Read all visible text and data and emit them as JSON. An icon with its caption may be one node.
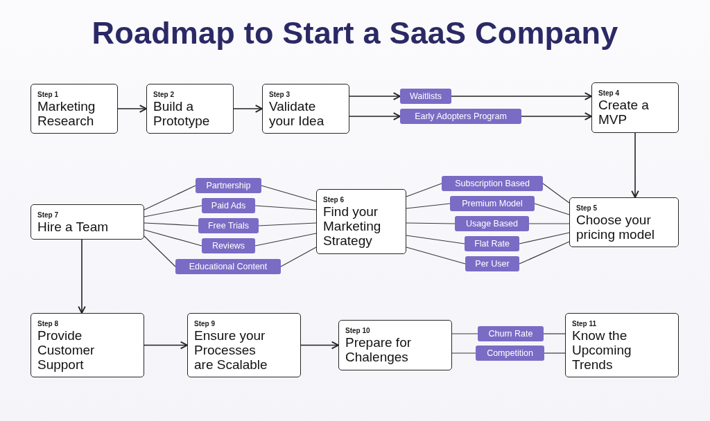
{
  "diagram": {
    "title": "Roadmap to Start a SaaS Company",
    "nodes": [
      {
        "text": [
          "Step 1",
          "Marketing Research"
        ]
      },
      {
        "text": [
          "Step 2",
          "Build a Prototype"
        ]
      },
      {
        "text": [
          "Step 3",
          "Validate your Idea"
        ]
      },
      {
        "text": [
          "Waitlists"
        ]
      },
      {
        "text": [
          "Early Adopters Program"
        ]
      },
      {
        "text": [
          "Step 4",
          "Create a MVP"
        ]
      },
      {
        "text": [
          "Step 7",
          "Hire a Team"
        ]
      },
      {
        "text": [
          "Partnership"
        ]
      },
      {
        "text": [
          "Paid Ads"
        ]
      },
      {
        "text": [
          "Free Trials"
        ]
      },
      {
        "text": [
          "Reviews"
        ]
      },
      {
        "text": [
          "Educational Content"
        ]
      },
      {
        "text": [
          "Step 6",
          "Find your Marketing Strategy"
        ]
      },
      {
        "text": [
          "Subscription Based"
        ]
      },
      {
        "text": [
          "Premium Model"
        ]
      },
      {
        "text": [
          "Usage Based"
        ]
      },
      {
        "text": [
          "Flat Rate"
        ]
      },
      {
        "text": [
          "Per User"
        ]
      },
      {
        "text": [
          "Step 5",
          "Choose your pricing model"
        ]
      },
      {
        "text": [
          "Step 8",
          "Provide Customer Support"
        ]
      },
      {
        "text": [
          "Step 9",
          "Ensure your Processes are Scalable"
        ]
      },
      {
        "text": [
          "Step 10",
          "Prepare for Chalenges"
        ]
      },
      {
        "text": [
          "Churn Rate"
        ]
      },
      {
        "text": [
          "Competition"
        ]
      },
      {
        "text": [
          "Step 11",
          "Know the Upcoming Trends"
        ]
      }
    ],
    "edges": [
      {
        "from": 0,
        "to": 1,
        "arrow": "to"
      },
      {
        "from": 1,
        "to": 2,
        "arrow": "to"
      },
      {
        "from": 2,
        "to": 3,
        "arrow": "to"
      },
      {
        "from": 2,
        "to": 4,
        "arrow": "to"
      },
      {
        "from": 3,
        "to": 5,
        "arrow": "to"
      },
      {
        "from": 4,
        "to": 5,
        "arrow": "to"
      },
      {
        "from": 5,
        "to": 18,
        "arrow": "to"
      },
      {
        "from": 18,
        "to": 13,
        "arrow": "none"
      },
      {
        "from": 18,
        "to": 14,
        "arrow": "none"
      },
      {
        "from": 18,
        "to": 15,
        "arrow": "none"
      },
      {
        "from": 18,
        "to": 16,
        "arrow": "none"
      },
      {
        "from": 18,
        "to": 17,
        "arrow": "none"
      },
      {
        "from": 13,
        "to": 12,
        "arrow": "none"
      },
      {
        "from": 14,
        "to": 12,
        "arrow": "none"
      },
      {
        "from": 15,
        "to": 12,
        "arrow": "none"
      },
      {
        "from": 16,
        "to": 12,
        "arrow": "none"
      },
      {
        "from": 17,
        "to": 12,
        "arrow": "none"
      },
      {
        "from": 12,
        "to": 7,
        "arrow": "none"
      },
      {
        "from": 12,
        "to": 8,
        "arrow": "none"
      },
      {
        "from": 12,
        "to": 9,
        "arrow": "none"
      },
      {
        "from": 12,
        "to": 10,
        "arrow": "none"
      },
      {
        "from": 12,
        "to": 11,
        "arrow": "none"
      },
      {
        "from": 7,
        "to": 6,
        "arrow": "none"
      },
      {
        "from": 8,
        "to": 6,
        "arrow": "none"
      },
      {
        "from": 9,
        "to": 6,
        "arrow": "none"
      },
      {
        "from": 10,
        "to": 6,
        "arrow": "none"
      },
      {
        "from": 11,
        "to": 6,
        "arrow": "none"
      },
      {
        "from": 6,
        "to": 19,
        "arrow": "to"
      },
      {
        "from": 19,
        "to": 20,
        "arrow": "to"
      },
      {
        "from": 20,
        "to": 21,
        "arrow": "to"
      },
      {
        "from": 21,
        "to": 22,
        "arrow": "none"
      },
      {
        "from": 21,
        "to": 23,
        "arrow": "none"
      },
      {
        "from": 22,
        "to": 24,
        "arrow": "none"
      },
      {
        "from": 23,
        "to": 24,
        "arrow": "none"
      }
    ]
  }
}
